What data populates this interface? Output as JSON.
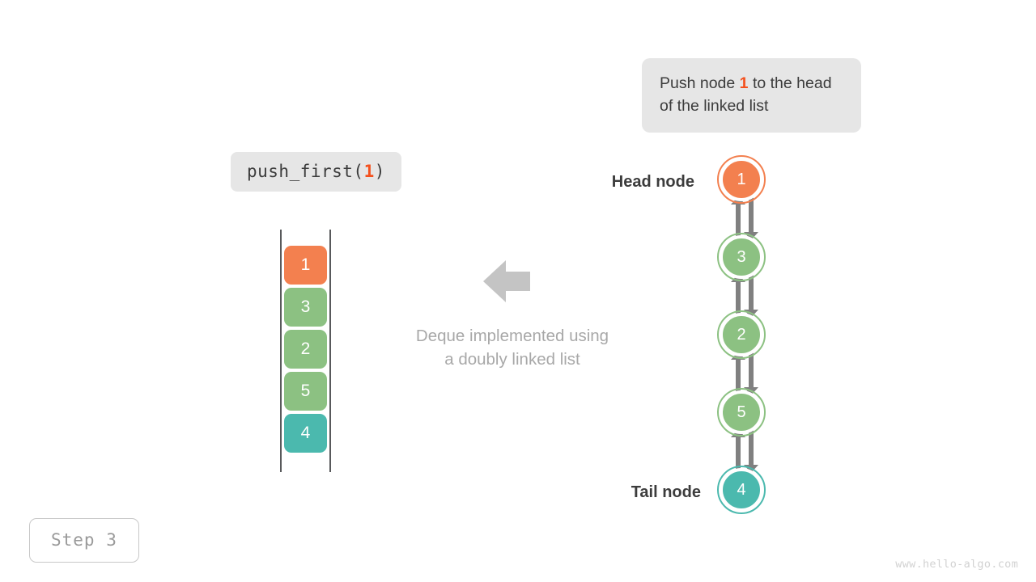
{
  "callout": {
    "text_before": "Push node ",
    "highlight": "1",
    "text_after": " to the head of the linked list"
  },
  "code_chip": {
    "prefix": "push_first(",
    "arg": "1",
    "suffix": ")"
  },
  "array": {
    "cells": [
      {
        "value": "1",
        "color": "#f3804f"
      },
      {
        "value": "3",
        "color": "#8cc182"
      },
      {
        "value": "2",
        "color": "#8cc182"
      },
      {
        "value": "5",
        "color": "#8cc182"
      },
      {
        "value": "4",
        "color": "#4bb9ae"
      }
    ]
  },
  "caption": {
    "line1": "Deque implemented using",
    "line2": "a doubly linked list"
  },
  "arrow": {
    "direction": "left",
    "color": "#c4c4c4",
    "name": "transform-arrow"
  },
  "linked_list": {
    "head_label": "Head node",
    "tail_label": "Tail node",
    "link_arrow_color": "#808080",
    "nodes": [
      {
        "value": "1",
        "color": "#f3804f"
      },
      {
        "value": "3",
        "color": "#8cc182"
      },
      {
        "value": "2",
        "color": "#8cc182"
      },
      {
        "value": "5",
        "color": "#8cc182"
      },
      {
        "value": "4",
        "color": "#4bb9ae"
      }
    ]
  },
  "step_badge": {
    "label": "Step 3"
  },
  "watermark": {
    "text": "www.hello-algo.com"
  },
  "colors": {
    "orange": "#f3804f",
    "green": "#8cc182",
    "teal": "#4bb9ae",
    "highlight": "#f4511e",
    "chip_bg": "#e6e6e6",
    "text_dark": "#3c3c3c",
    "text_muted": "#a8a8a8"
  }
}
